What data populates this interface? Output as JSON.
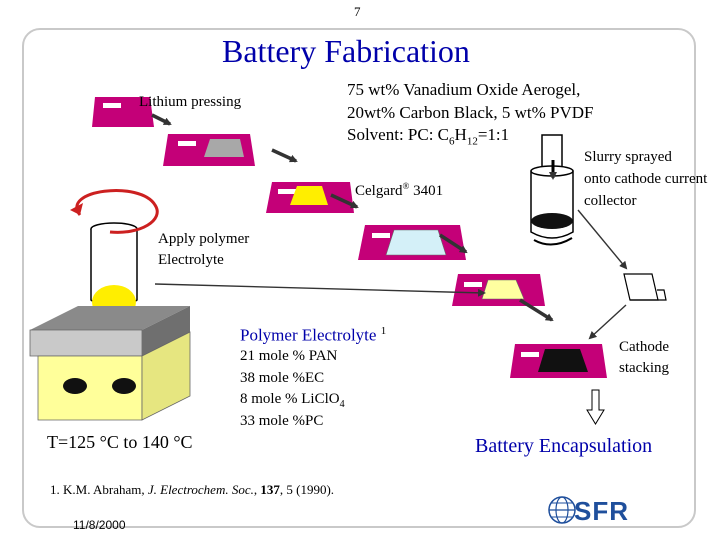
{
  "slide": {
    "page_number": "7",
    "title": "Battery Fabrication",
    "date": "11/8/2000"
  },
  "labels": {
    "lithium_pressing": "Lithium pressing",
    "cathode_line1": "75 wt% Vanadium Oxide Aerogel,",
    "cathode_line2": "20wt% Carbon Black, 5 wt% PVDF",
    "solvent_prefix": "Solvent: PC: C",
    "solvent_sub1": "6",
    "solvent_mid": "H",
    "solvent_sub2": "12",
    "solvent_suffix": "=1:1",
    "celgard_name": "Celgard",
    "celgard_reg": "®",
    "celgard_number": " 3401",
    "slurry_line1": "Slurry sprayed",
    "slurry_line2": "onto cathode current",
    "slurry_line3": "collector",
    "apply_line1": "Apply polymer",
    "apply_line2": "Electrolyte",
    "polymer_title": "Polymer Electrolyte",
    "polymer_ref": "1",
    "comp1": "21 mole % PAN",
    "comp2": "38 mole %EC",
    "comp3_prefix": "8 mole % LiClO",
    "comp3_sub": "4",
    "comp4": "33 mole %PC",
    "cathode_stacking_line1": "Cathode",
    "cathode_stacking_line2": "stacking",
    "temperature": "T=125 °C to 140 °C",
    "encapsulation": "Battery Encapsulation"
  },
  "reference": {
    "prefix": "1.  K.M. Abraham, ",
    "journal": "J. Electrochem. Soc.",
    "comma": ", ",
    "volume": "137",
    "rest": ", 5 (1990)."
  },
  "logo": {
    "text": "SFR"
  },
  "colors": {
    "magenta": "#c40078",
    "yellow": "#ffee00",
    "light_yellow": "#ffffa0",
    "light_blue": "#d4f0f8",
    "gray": "#a8a8a8",
    "hotplate_top": "#8a8a8a",
    "logo_blue": "#1f4f9c",
    "arrow": "#3a3a3a",
    "spiral_red": "#cc2020"
  }
}
